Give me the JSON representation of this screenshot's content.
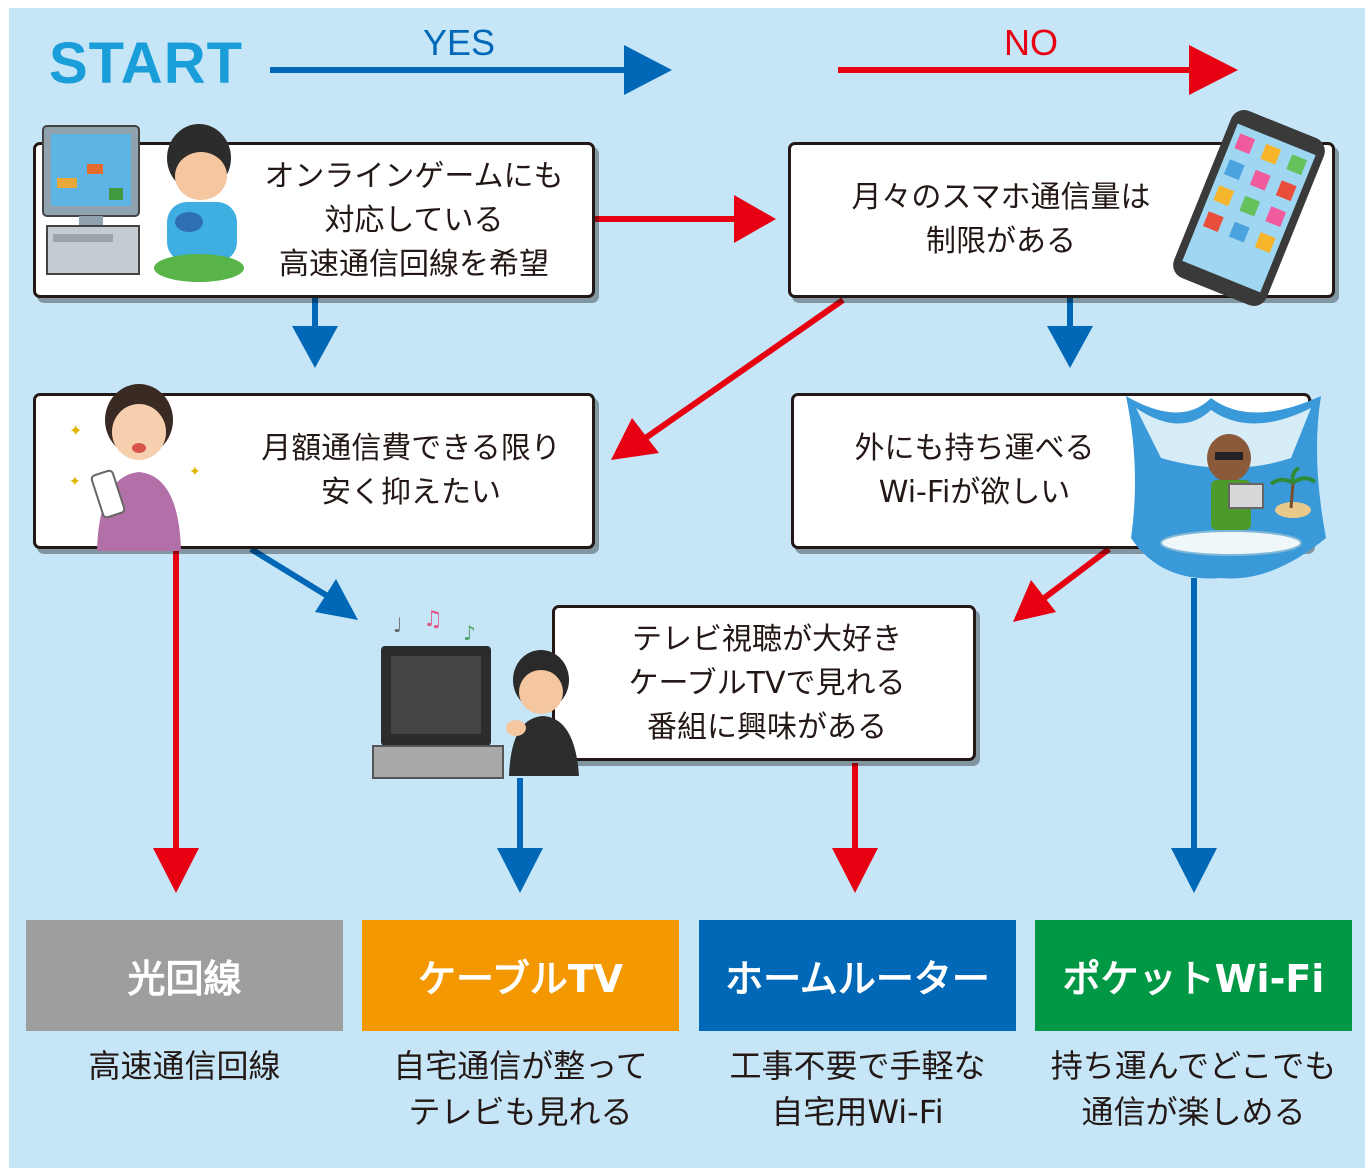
{
  "header": {
    "start": "START",
    "yes": "YES",
    "no": "NO"
  },
  "colors": {
    "background": "#c6e6f8",
    "yes": "#0068b7",
    "no": "#e60012",
    "start": "#1a9ed9"
  },
  "questions": {
    "q1": "オンラインゲームにも\n対応している\n高速通信回線を希望",
    "q2": "月々のスマホ通信量は\n制限がある",
    "q3": "月額通信費できる限り\n安く抑えたい",
    "q4": "外にも持ち運べる\nWi-Fiが欲しい",
    "q5": "テレビ視聴が大好き\nケーブルTVで見れる\n番組に興味がある"
  },
  "results": [
    {
      "title": "光回線",
      "desc": "高速通信回線",
      "color": "#9e9e9f"
    },
    {
      "title": "ケーブルTV",
      "desc": "自宅通信が整って\nテレビも見れる",
      "color": "#f39800"
    },
    {
      "title": "ホームルーター",
      "desc": "工事不要で手軽な\n自宅用Wi-Fi",
      "color": "#0068b7"
    },
    {
      "title": "ポケットWi-Fi",
      "desc": "持ち運んでどこでも\n通信が楽しめる",
      "color": "#009844"
    }
  ],
  "illustrations": [
    "gamer-at-computer",
    "smartphone",
    "woman-with-remote",
    "surfer-with-laptop",
    "man-watching-tv"
  ]
}
